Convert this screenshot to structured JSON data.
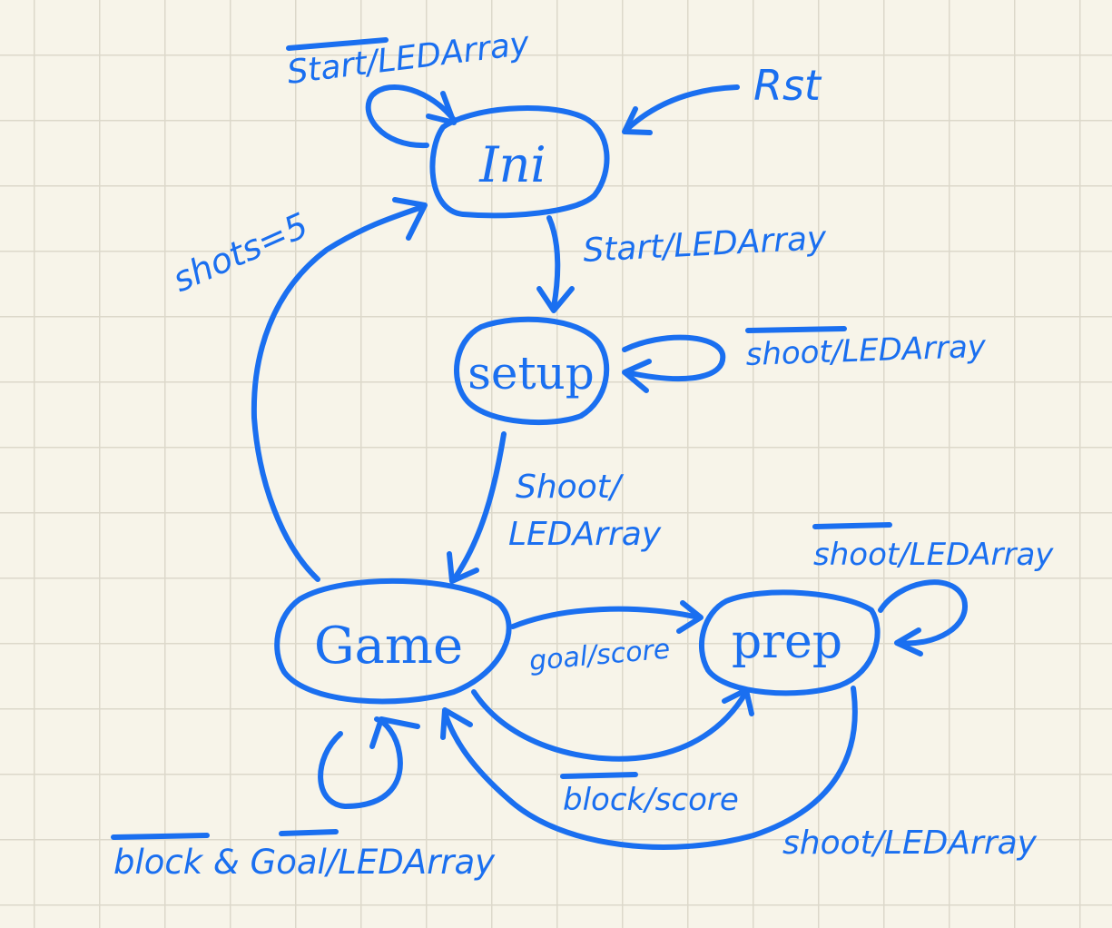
{
  "colors": {
    "background": "#f7f4e9",
    "grid": "#dcd8ca",
    "ink": "#1a6ff0"
  },
  "states": {
    "ini": "Ini",
    "setup": "setup",
    "game": "Game",
    "prep": "prep"
  },
  "reset": {
    "label": "Rst"
  },
  "transitions": {
    "ini_self": {
      "label": "Start/LEDArray"
    },
    "ini_to_setup": {
      "label": "Start/LEDArray"
    },
    "setup_self": {
      "label": "shoot/LEDArray"
    },
    "setup_to_game": {
      "line1": "Shoot/",
      "line2": "LEDArray"
    },
    "game_to_ini": {
      "label": "shots=5"
    },
    "game_to_prep": {
      "label": "goal/score"
    },
    "game_self": {
      "label": "block & Goal/LEDArray"
    },
    "prep_self": {
      "label": "shoot/LEDArray"
    },
    "prep_to_game": {
      "label": "block/score"
    },
    "prep_to_game_shoot": {
      "label": "shoot/LEDArray"
    }
  }
}
